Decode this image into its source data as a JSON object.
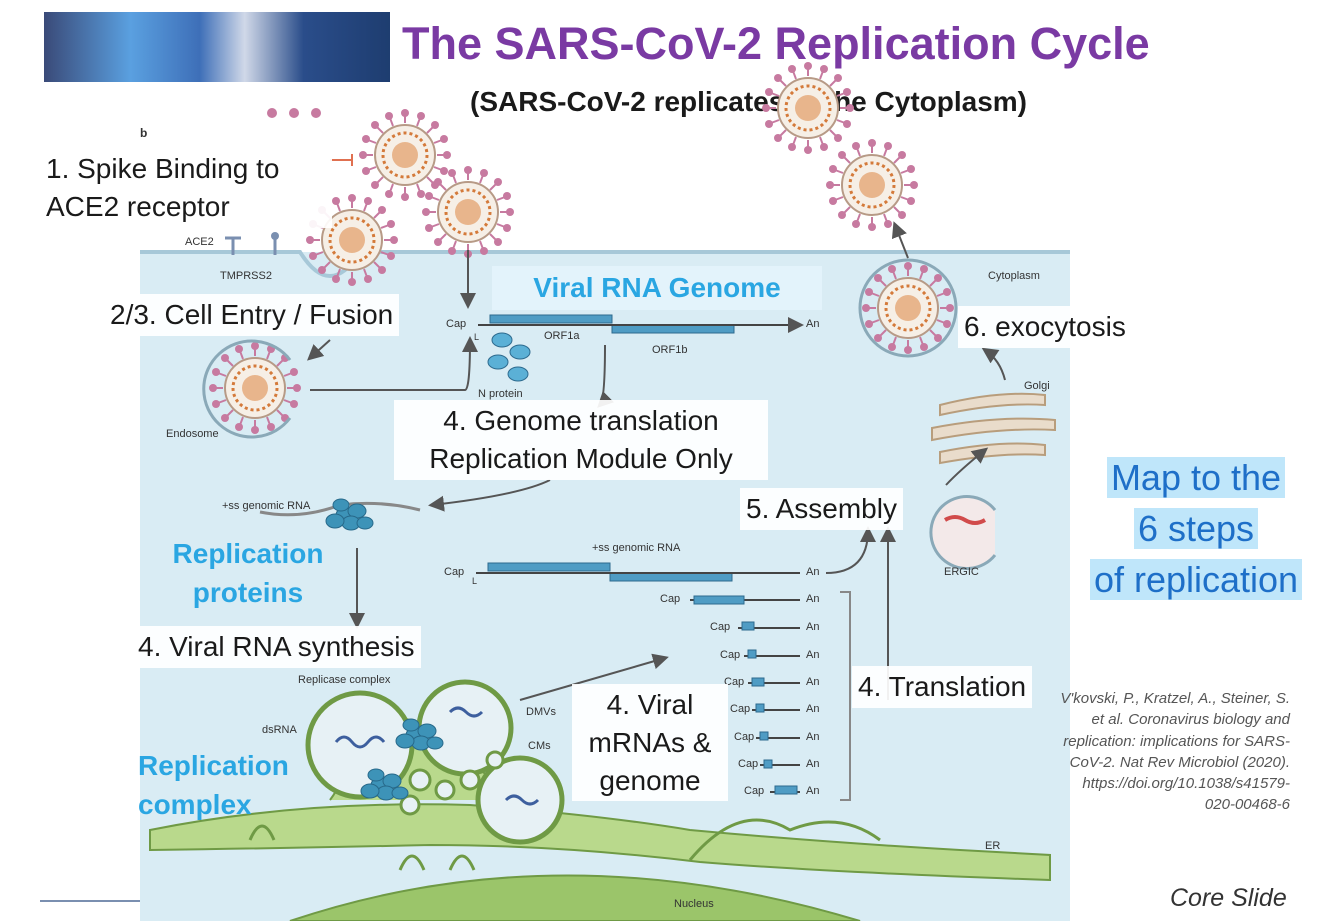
{
  "title": "The SARS-CoV-2 Replication Cycle",
  "subtitle": "(SARS-CoV-2 replicates in the Cytoplasm)",
  "figure_letter": "b",
  "steps": {
    "spike_binding": "1. Spike Binding to ACE2 receptor",
    "cell_entry": "2/3. Cell Entry / Fusion",
    "genome_translation": "4. Genome translation Replication Module Only",
    "assembly": "5. Assembly",
    "exocytosis": "6. exocytosis",
    "translation": "4. Translation",
    "rna_synthesis": "4. Viral RNA synthesis",
    "viral_mrnas": "4. Viral mRNAs & genome"
  },
  "blue_labels": {
    "viral_rna_genome": "Viral RNA Genome",
    "replication_proteins": "Replication proteins",
    "replication_complex": "Replication complex"
  },
  "diagram_labels": {
    "ace2": "ACE2",
    "tmprss2": "TMPRSS2",
    "cytoplasm": "Cytoplasm",
    "endosome": "Endosome",
    "cap": "Cap",
    "l": "L",
    "orf1a": "ORF1a",
    "orf1b": "ORF1b",
    "an": "An",
    "n_protein": "N protein",
    "ss_genomic_rna": "+ss genomic RNA",
    "golgi": "Golgi",
    "ergic": "ERGIC",
    "replicase_complex": "Replicase complex",
    "dsrna": "dsRNA",
    "dmvs": "DMVs",
    "cms": "CMs",
    "er": "ER",
    "nucleus": "Nucleus"
  },
  "map_note": {
    "line1": "Map to the",
    "line2": "6 steps",
    "line3": "of replication"
  },
  "citation": "V'kovski, P., Kratzel, A., Steiner, S. et al. Coronavirus biology and replication: implications for SARS-CoV-2. Nat Rev Microbiol (2020). https://doi.org/10.1038/s41579-020-00468-6",
  "footer": "Core Slide",
  "colors": {
    "title": "#7a3aa3",
    "accent_blue": "#2aa6e2",
    "cytoplasm": "#d9ecf4",
    "rna": "#4f9cc4",
    "spike": "#c77aa0",
    "er": "#9bc56a"
  }
}
